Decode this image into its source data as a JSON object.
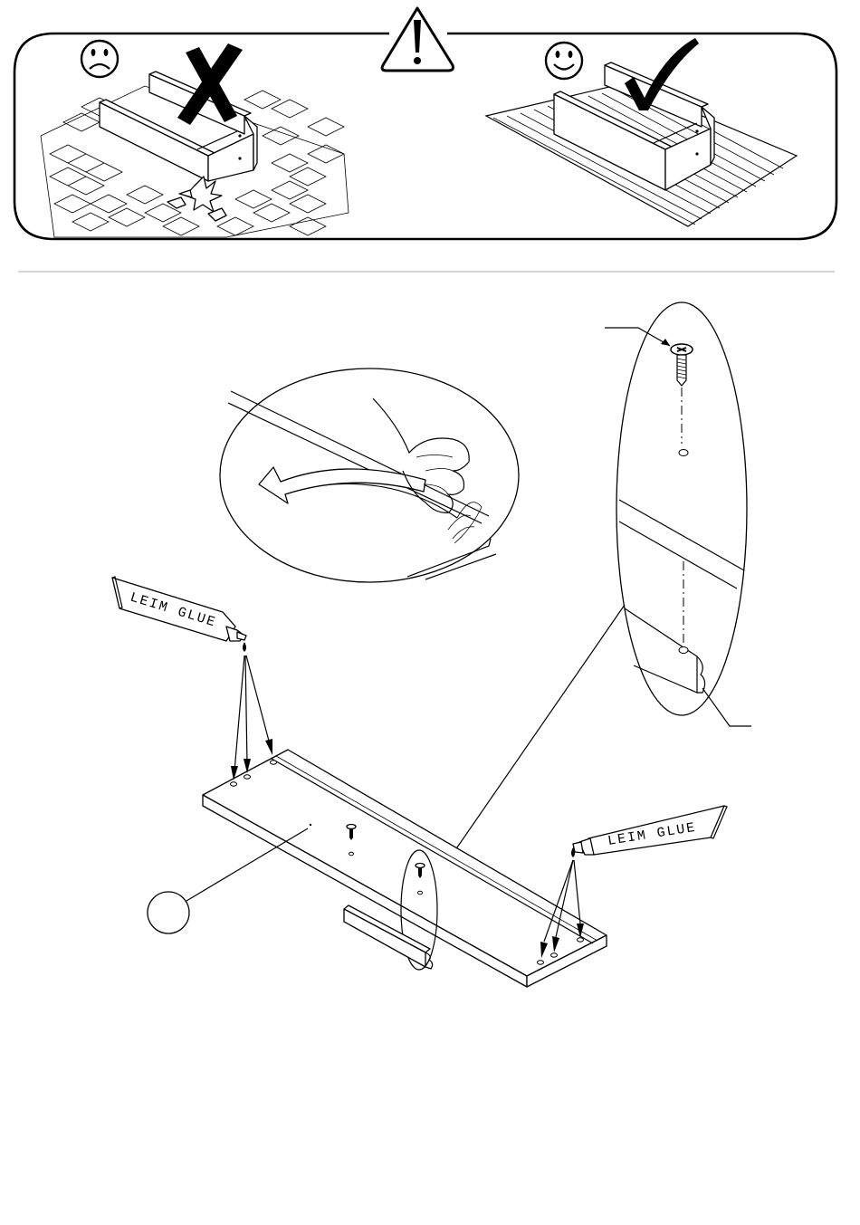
{
  "warning_panel": {
    "wrong_example": {
      "face_icon": "sad-face-icon",
      "mark_icon": "cross-mark-icon",
      "floor": "hard-brick-floor"
    },
    "caution_icon": "exclamation-triangle-icon",
    "correct_example": {
      "face_icon": "happy-face-icon",
      "mark_icon": "check-mark-icon",
      "floor": "soft-carpet-floor"
    }
  },
  "assembly_step": {
    "glue_tubes": [
      {
        "label": "LEIM GLUE"
      },
      {
        "label": "LEIM GLUE"
      }
    ],
    "detail_views": [
      "peel-protective-film-detail",
      "screw-into-rail-detail"
    ],
    "part_callout": {
      "label": ""
    },
    "icons": [
      "screw-icon",
      "glue-drop-icon",
      "dowel-hole-icon",
      "curved-arrow-icon",
      "rail-profile-icon"
    ]
  }
}
